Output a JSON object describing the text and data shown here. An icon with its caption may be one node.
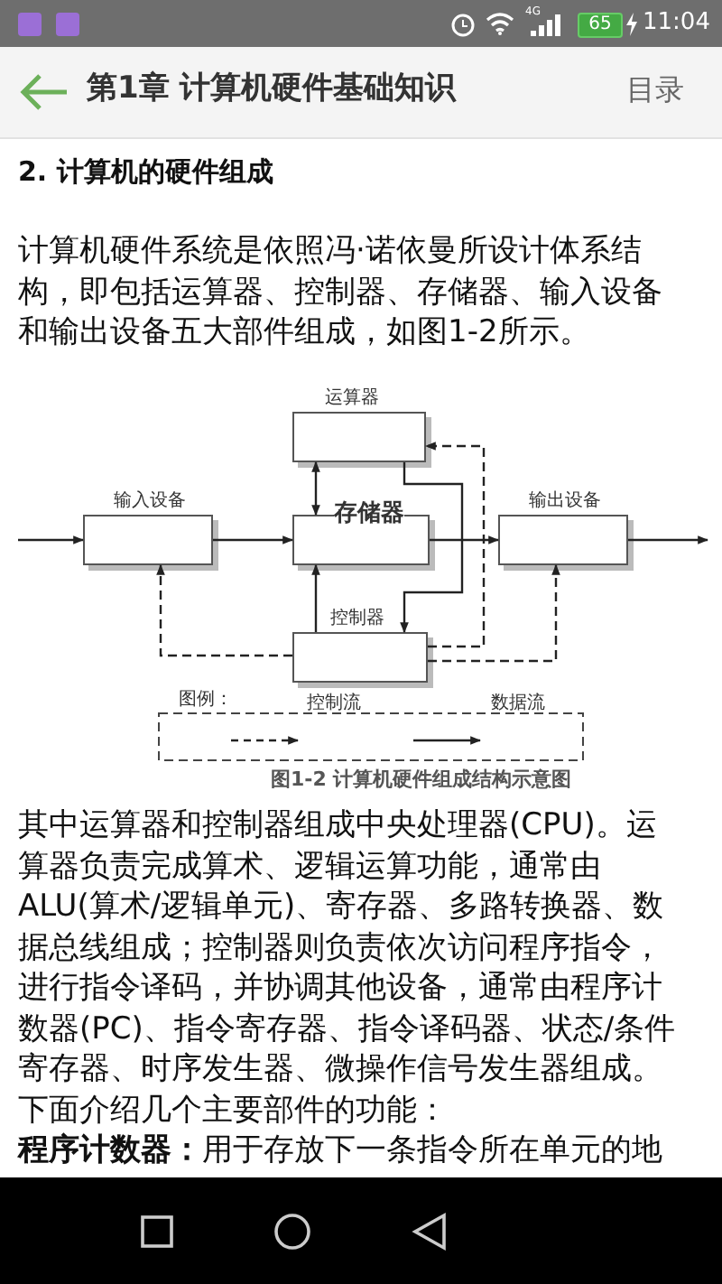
{
  "diagram": {
    "caption": "图1-2 计算机硬件组成结构示意图",
    "nodes": [
      {
        "text": [
          "运算器"
        ]
      },
      {
        "text": [
          "输入设备"
        ]
      },
      {
        "text": [
          "存储器"
        ]
      },
      {
        "text": [
          "输出设备"
        ]
      },
      {
        "text": [
          "控制器"
        ]
      }
    ],
    "edges": [
      {
        "from": null,
        "to": 1,
        "arrow": "to"
      },
      {
        "from": 1,
        "to": 2,
        "arrow": "to"
      },
      {
        "from": 2,
        "to": 3,
        "arrow": "to"
      },
      {
        "from": 3,
        "to": null,
        "arrow": "to"
      },
      {
        "from": 2,
        "to": 0,
        "arrow": "both"
      },
      {
        "from": 0,
        "to": 4,
        "arrow": "to"
      },
      {
        "from": 4,
        "to": 2,
        "arrow": "to"
      },
      {
        "from": 4,
        "to": 0,
        "arrow": "to",
        "style": "dashed"
      },
      {
        "from": 4,
        "to": 1,
        "arrow": "to",
        "style": "dashed"
      },
      {
        "from": 4,
        "to": 3,
        "arrow": "to",
        "style": "dashed"
      }
    ],
    "labels": [
      "4G",
      "65",
      "11:04",
      "第1章 计算机硬件基础知识",
      "目录",
      "2. 计算机的硬件组成",
      "计算机硬件系统是依照冯·诺依曼所设计体系结构，即包括运算器、控制器、存储器、输入设备和输出设备五大部件组成，如图1-2所示。",
      "图例：",
      "其中运算器和控制器组成中央处理器(CPU)。运算器负责完成算术、逻辑运算功能，通常由ALU(算术/逻辑单元)、寄存器、多路转换器、数据总线组成；控制器则负责依次访问程序指令，进行指令译码，并协调其他设备，通常由程序计数器(PC)、指令寄存器、指令译码器、状态/条件寄存器、时序发生器、微操作信号发生器组成。",
      "下面介绍几个主要部件的功能：",
      "**程序计数器：**用于存放下一条指令所在单元的地"
    ],
    "legend": [
      {
        "text": "控制流"
      },
      {
        "text": "数据流"
      }
    ]
  }
}
